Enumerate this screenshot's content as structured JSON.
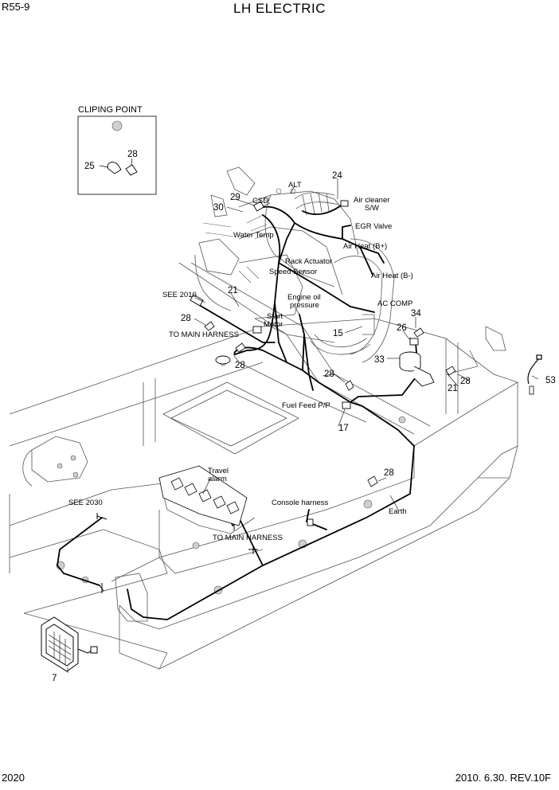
{
  "header": {
    "model": "R55-9",
    "title": "LH ELECTRIC"
  },
  "footer": {
    "page_number": "2020",
    "revision": "2010. 6.30.  REV.10F"
  },
  "cliping_box": {
    "title": "CLIPING POINT",
    "part_a": "25",
    "part_b": "28"
  },
  "labels": {
    "alt": "ALT",
    "csd": "CSD",
    "air_cleaner_1": "Air cleaner",
    "air_cleaner_2": "S/W",
    "egr_valve": "EGR Valve",
    "water_temp": "Water Temp",
    "air_heat_plus": "Air Heat (B+)",
    "rack_actuator": "Rack Actuator",
    "speed_sensor": "Speed Sensor",
    "air_heat_minus": "Air Heat (B-)",
    "see_2010": "SEE 2010",
    "engine_oil_1": "Engine oil",
    "engine_oil_2": "pressure",
    "ac_comp": "AC COMP",
    "start_motor_1": "Start",
    "start_motor_2": "Motor",
    "to_main_harness_1": "TO MAIN HARNESS",
    "fuel_feed": "Fuel Feed P/P",
    "travel_alarm_1": "Travel",
    "travel_alarm_2": "alarm",
    "see_2030": "SEE 2030",
    "console_harness": "Console harness",
    "earth": "Earth",
    "to_main_harness_2": "TO MAIN HARNESS"
  },
  "part_numbers": {
    "p24": "24",
    "p29": "29",
    "p30": "30",
    "p21a": "21",
    "p28a": "28",
    "p15": "15",
    "p34": "34",
    "p26": "26",
    "p33": "33",
    "p28b": "28",
    "p28c": "28",
    "p21b": "21",
    "p28d": "28",
    "p53": "53",
    "p17": "17",
    "p28e": "28",
    "p7": "7"
  }
}
